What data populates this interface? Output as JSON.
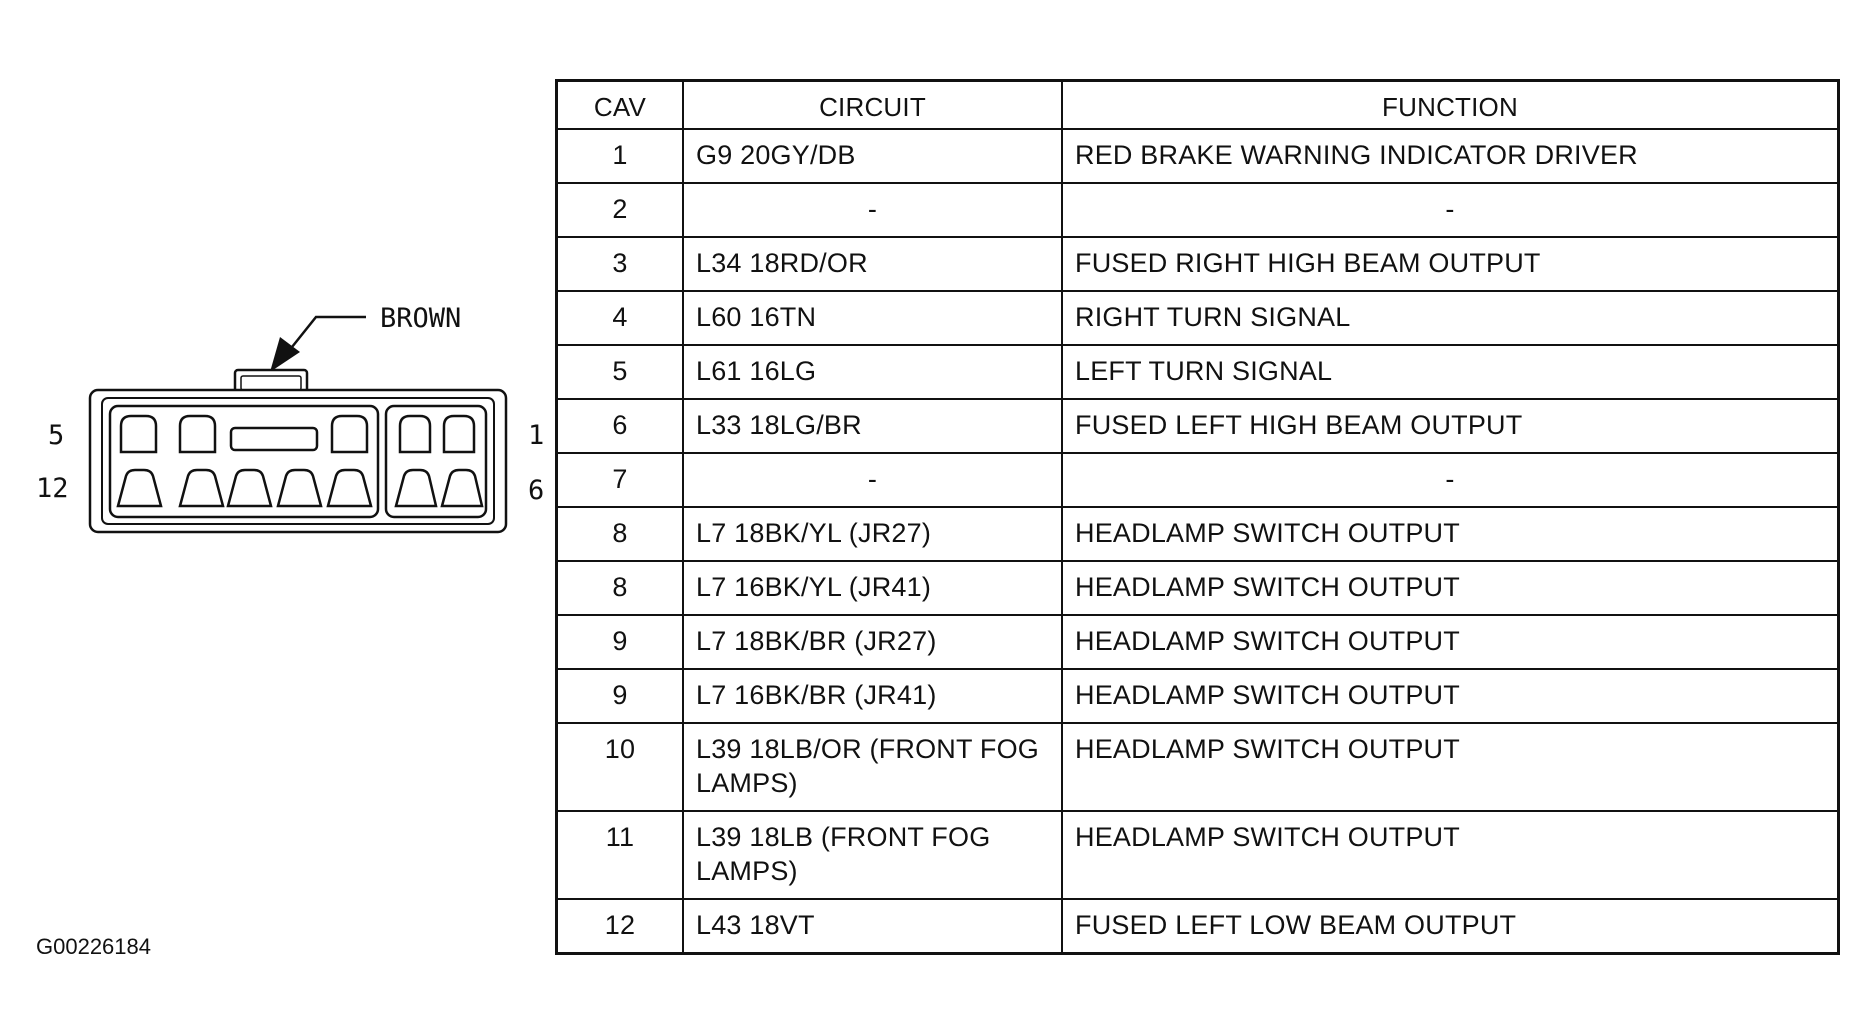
{
  "connector": {
    "color_label": "BROWN",
    "pin_labels": {
      "top_left": "5",
      "bottom_left": "12",
      "top_right": "1",
      "bottom_right": "6"
    }
  },
  "table": {
    "headers": {
      "cav": "CAV",
      "circuit": "CIRCUIT",
      "function": "FUNCTION"
    },
    "rows": [
      {
        "cav": "1",
        "circuit": "G9 20GY/DB",
        "function": "RED BRAKE WARNING INDICATOR DRIVER"
      },
      {
        "cav": "2",
        "circuit": "-",
        "function": "-"
      },
      {
        "cav": "3",
        "circuit": "L34 18RD/OR",
        "function": "FUSED RIGHT HIGH BEAM OUTPUT"
      },
      {
        "cav": "4",
        "circuit": "L60 16TN",
        "function": "RIGHT TURN SIGNAL"
      },
      {
        "cav": "5",
        "circuit": "L61 16LG",
        "function": "LEFT TURN SIGNAL"
      },
      {
        "cav": "6",
        "circuit": "L33 18LG/BR",
        "function": "FUSED LEFT HIGH BEAM OUTPUT"
      },
      {
        "cav": "7",
        "circuit": "-",
        "function": "-"
      },
      {
        "cav": "8",
        "circuit": "L7 18BK/YL (JR27)",
        "function": "HEADLAMP SWITCH OUTPUT"
      },
      {
        "cav": "8",
        "circuit": "L7 16BK/YL (JR41)",
        "function": "HEADLAMP SWITCH OUTPUT"
      },
      {
        "cav": "9",
        "circuit": "L7 18BK/BR (JR27)",
        "function": "HEADLAMP SWITCH OUTPUT"
      },
      {
        "cav": "9",
        "circuit": "L7 16BK/BR (JR41)",
        "function": "HEADLAMP SWITCH OUTPUT"
      },
      {
        "cav": "10",
        "circuit": "L39 18LB/OR (FRONT FOG LAMPS)",
        "function": "HEADLAMP SWITCH OUTPUT"
      },
      {
        "cav": "11",
        "circuit": "L39 18LB (FRONT FOG LAMPS)",
        "function": "HEADLAMP SWITCH OUTPUT"
      },
      {
        "cav": "12",
        "circuit": "L43 18VT",
        "function": "FUSED LEFT LOW BEAM OUTPUT"
      }
    ]
  },
  "figure_id": "G00226184"
}
